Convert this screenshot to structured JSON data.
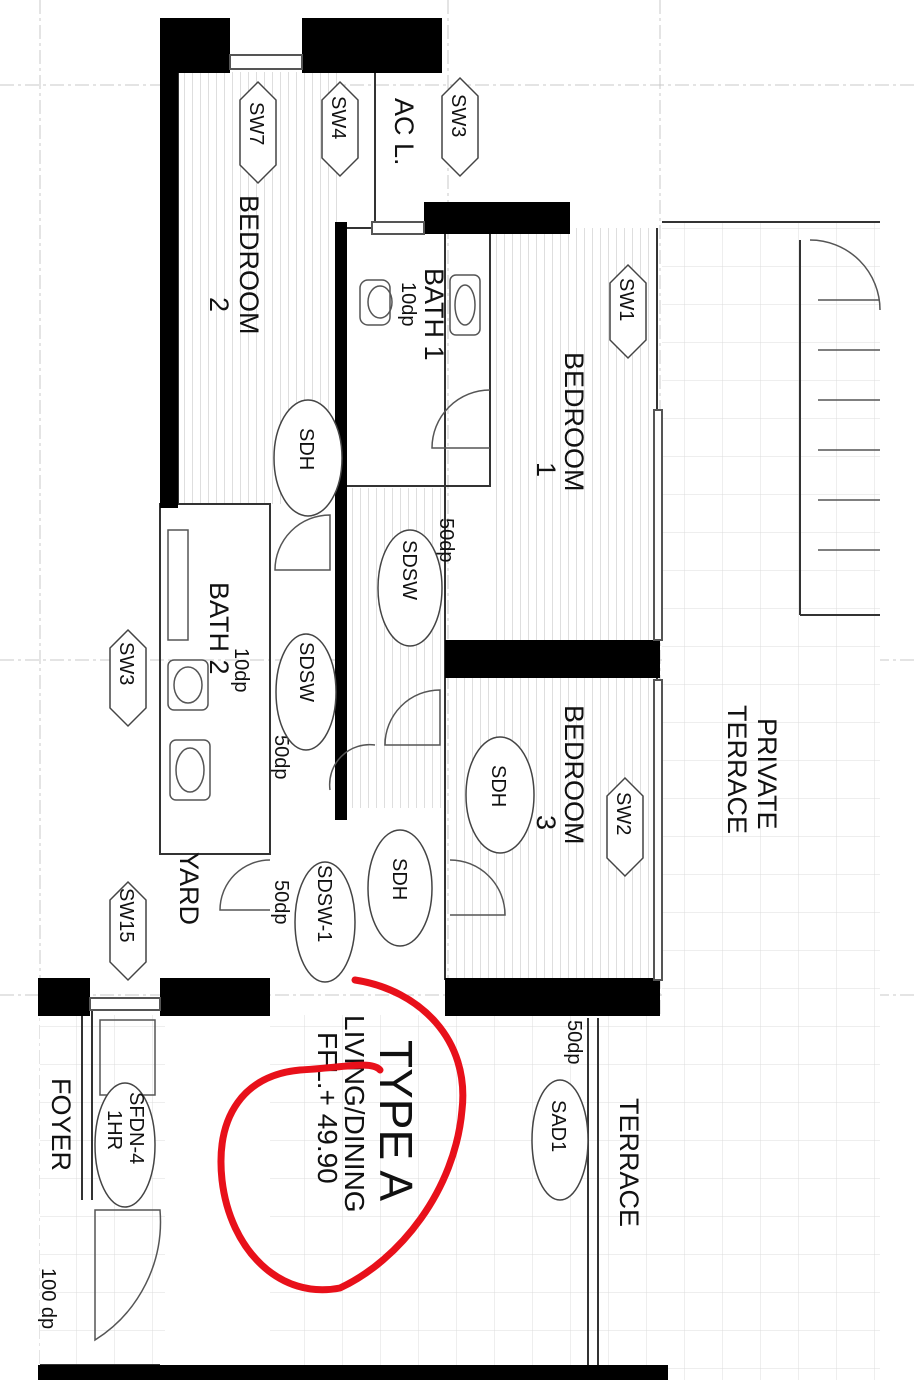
{
  "plan": {
    "unit_type": "TYPE A",
    "rooms": {
      "bedroom2": [
        "BEDROOM",
        "2"
      ],
      "bath1": [
        "BATH 1",
        "10dp"
      ],
      "bedroom1": [
        "BEDROOM",
        "1"
      ],
      "bath2": [
        "BATH 2",
        "10dp"
      ],
      "bedroom3": [
        "BEDROOM",
        "3"
      ],
      "private_terrace": [
        "PRIVATE",
        "TERRACE"
      ],
      "living_dining": "LIVING/DINING",
      "ffl": "FFL.+ 49.90",
      "terrace": "TERRACE",
      "foyer": "FOYER",
      "yard": "YARD",
      "ac_ledge": "AC L."
    },
    "tags": {
      "sw7": "SW7",
      "sw4": "SW4",
      "sw3_top": "SW3",
      "sw1": "SW1",
      "sw3_left": "SW3",
      "sw15": "SW15",
      "sw2": "SW2",
      "sdh_a": "SDH",
      "sdh_b": "SDH",
      "sdh_c": "SDH",
      "sdsw_a": "SDSW",
      "sdsw_b": "SDSW",
      "sdsw1": "SDSW-1",
      "sad1": "SAD1",
      "sfdn4": [
        "SFDN-4",
        "1HR"
      ]
    },
    "dp_notes": {
      "dp_a": "50dp",
      "dp_b": "50dp",
      "dp_c": "50dp",
      "dp_d": "50dp",
      "dp_foyer": "100 dp"
    },
    "markup_color": "#e8101a",
    "wall_color": "#000000"
  }
}
